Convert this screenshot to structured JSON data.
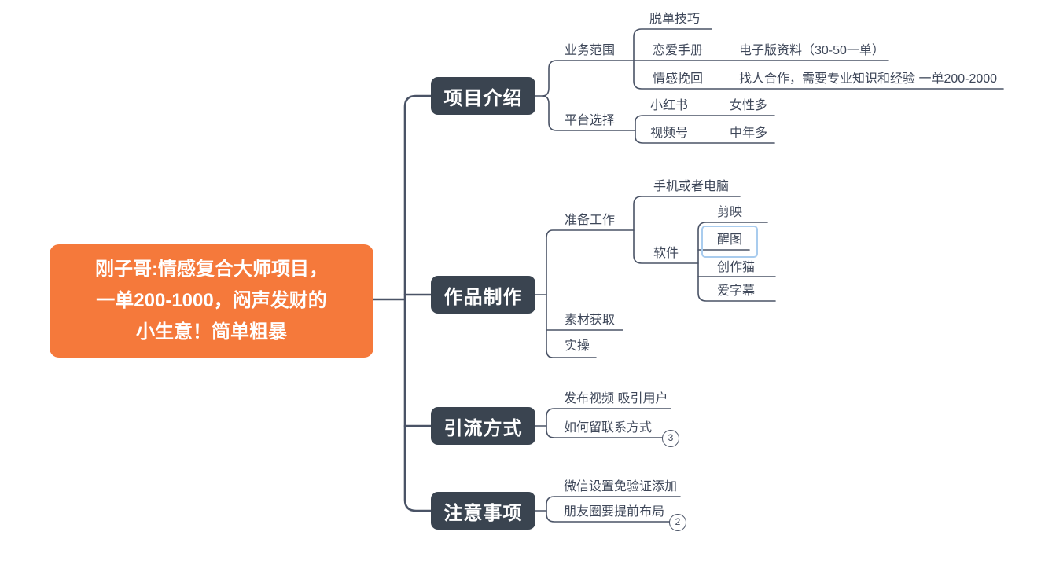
{
  "colors": {
    "root_bg": "#F5793B",
    "topic_bg": "#3A4450",
    "line": "#4A5366",
    "label": "#3E4759",
    "selection": "#A9CCEE",
    "canvas_bg": "#FFFFFF"
  },
  "root": {
    "lines": [
      "刚子哥:情感复合大师项目，",
      "一单200-1000，闷声发财的",
      "小生意！简单粗暴"
    ]
  },
  "topics": [
    {
      "label": "项目介绍"
    },
    {
      "label": "作品制作"
    },
    {
      "label": "引流方式"
    },
    {
      "label": "注意事项"
    }
  ],
  "labels": {
    "business_scope": "业务范围",
    "dating_tips": "脱单技巧",
    "love_handbook": "恋爱手册",
    "love_handbook_note": "电子版资料（30-50一单）",
    "relationship_recovery": "情感挽回",
    "relationship_recovery_note": "找人合作，需要专业知识和经验 一单200-2000",
    "platform_selection": "平台选择",
    "xiaohongshu": "小红书",
    "xiaohongshu_note": "女性多",
    "shipinhao": "视频号",
    "shipinhao_note": "中年多",
    "preparation": "准备工作",
    "phone_or_computer": "手机或者电脑",
    "software": "软件",
    "jianying": "剪映",
    "xingtu": "醒图",
    "chuangzuomao": "创作猫",
    "aizimu": "爱字幕",
    "material": "素材获取",
    "practice": "实操",
    "publish_videos": "发布视频 吸引用户",
    "leave_contact": "如何留联系方式",
    "wechat_verify": "微信设置免验证添加",
    "moments_layout": "朋友圈要提前布局"
  },
  "badges": {
    "leave_contact_collapsed": "3",
    "moments_collapsed": "2"
  }
}
